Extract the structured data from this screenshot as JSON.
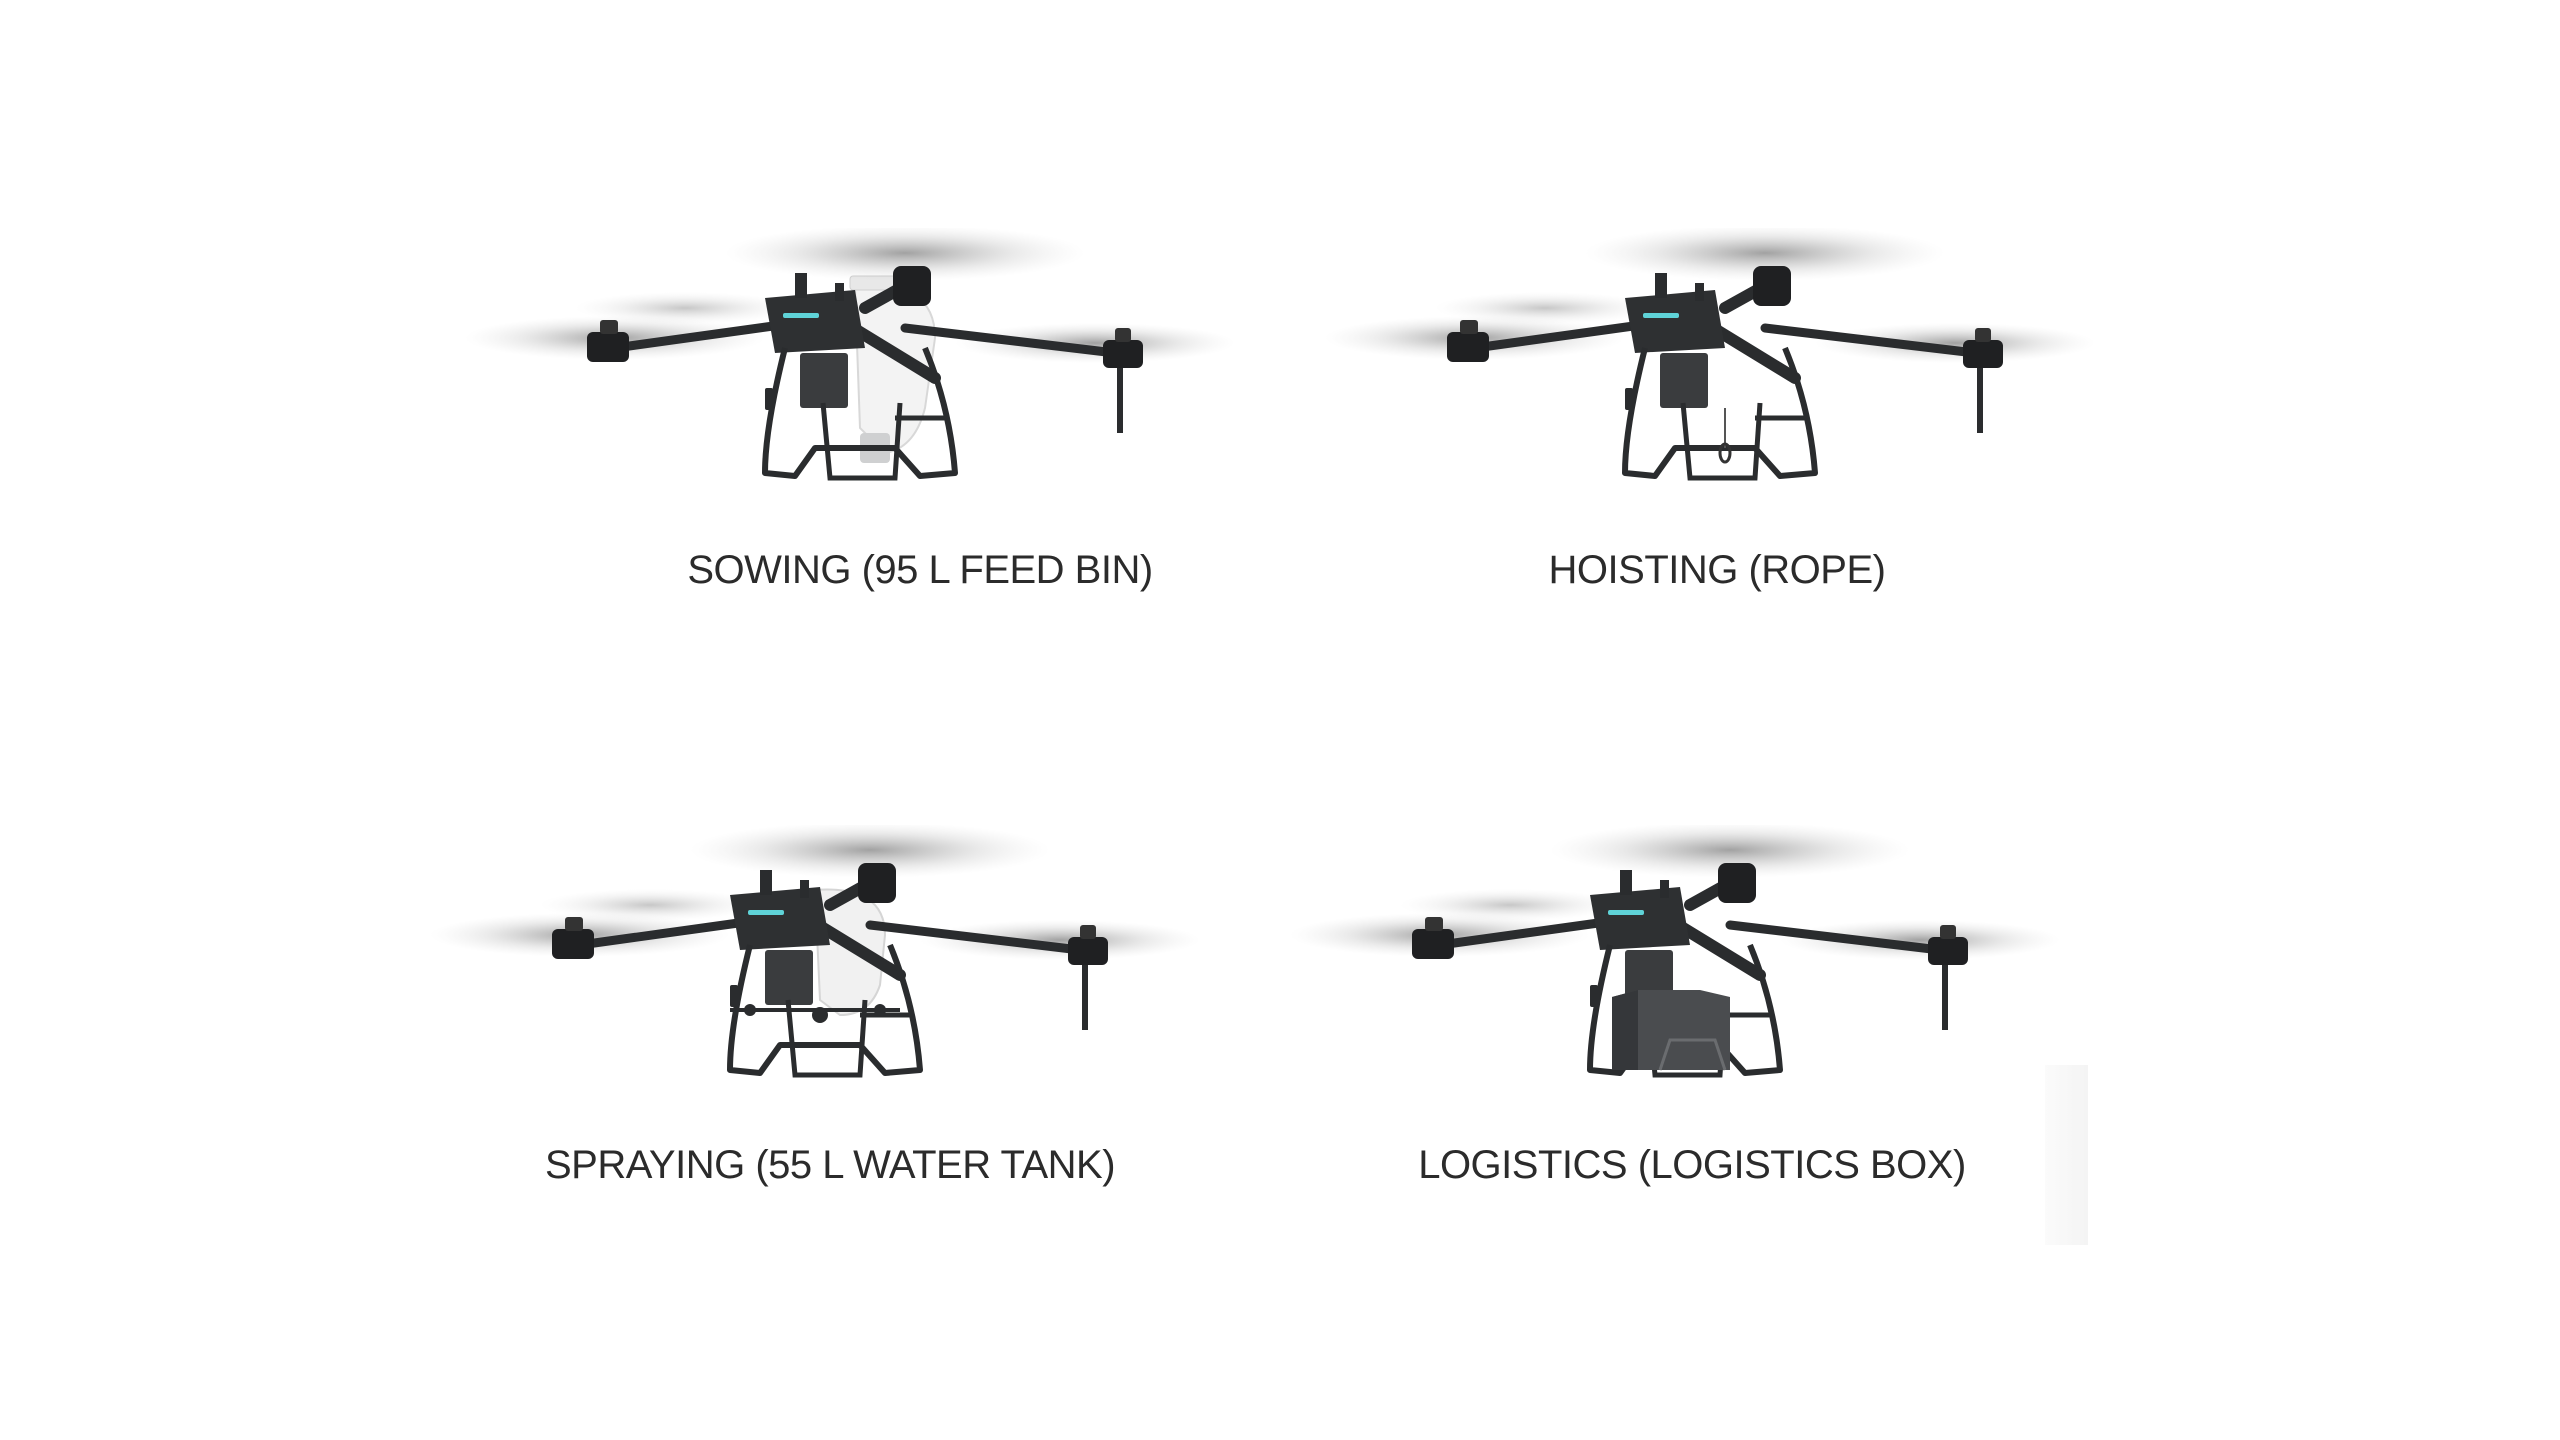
{
  "colors": {
    "background": "#ffffff",
    "caption_text": "#2b2b2b",
    "drone_body": "#2a2c2e",
    "drone_frame": "#3a3c3e",
    "accent_light": "#5fd3d8",
    "feed_bin": "#f3f3f3",
    "logistics_box": "#4a4c4f"
  },
  "configurations": [
    {
      "id": "sowing",
      "caption": "SOWING (95 L FEED BIN)",
      "payload": "feed-bin"
    },
    {
      "id": "hoisting",
      "caption": "HOISTING (ROPE)",
      "payload": "rope"
    },
    {
      "id": "spraying",
      "caption": "SPRAYING (55 L WATER TANK)",
      "payload": "water-tank"
    },
    {
      "id": "logistics",
      "caption": "LOGISTICS (LOGISTICS BOX)",
      "payload": "logistics-box"
    }
  ]
}
